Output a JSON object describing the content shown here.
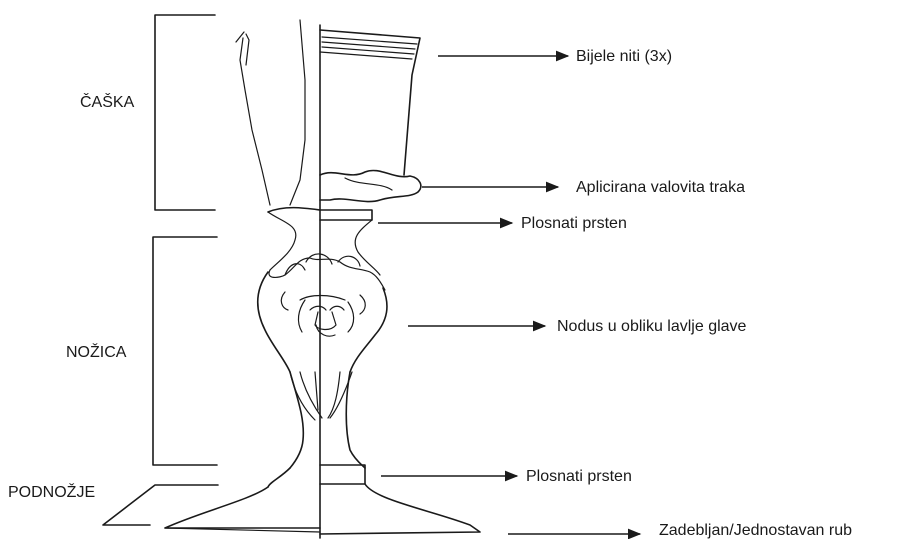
{
  "sections": {
    "caska": "ČAŠKA",
    "nozica": "NOŽICA",
    "podnozje": "PODNOŽJE"
  },
  "annotations": [
    {
      "id": "white-threads",
      "text": "Bijele niti (3x)"
    },
    {
      "id": "applied-wavy-band",
      "text": "Aplicirana valovita traka"
    },
    {
      "id": "flat-ring-upper",
      "text": "Plosnati prsten"
    },
    {
      "id": "lion-head-knop",
      "text": "Nodus u obliku lavlje glave"
    },
    {
      "id": "flat-ring-lower",
      "text": "Plosnati prsten"
    },
    {
      "id": "thickened-rim",
      "text": "Zadebljan/Jednostavan rub"
    }
  ],
  "colors": {
    "ink": "#1a1a1a",
    "background": "#ffffff"
  }
}
